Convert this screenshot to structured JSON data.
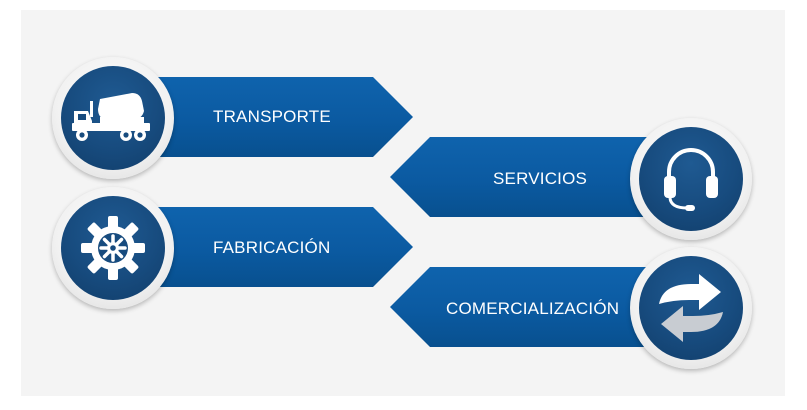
{
  "colors": {
    "arrow_blue": "#0b5aa1",
    "circle_blue": "#174b7e",
    "panel_bg": "#f4f4f4",
    "text": "#ffffff"
  },
  "items": [
    {
      "label": "TRANSPORTE",
      "icon": "concrete-mixer-truck-icon",
      "direction": "right"
    },
    {
      "label": "SERVICIOS",
      "icon": "headset-icon",
      "direction": "left"
    },
    {
      "label": "FABRICACIÓN",
      "icon": "gear-icon",
      "direction": "right"
    },
    {
      "label": "COMERCIALIZACIÓN",
      "icon": "refresh-arrows-icon",
      "direction": "left"
    }
  ]
}
